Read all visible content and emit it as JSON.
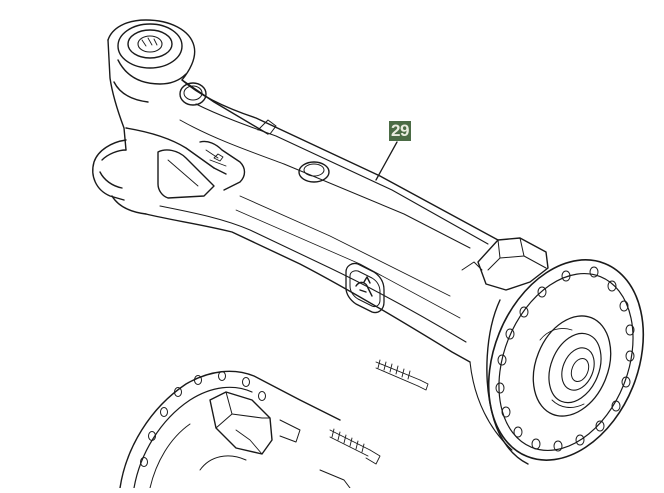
{
  "diagram": {
    "callouts": [
      {
        "id": "axle-housing",
        "label": "29"
      }
    ],
    "colors": {
      "line": "#1a1a1a",
      "callout_bg": "#4b6b45",
      "callout_text": "#e9ecdf",
      "background": "#ffffff"
    },
    "icons": {
      "logo": "deere-leaping-deer-logo"
    }
  }
}
